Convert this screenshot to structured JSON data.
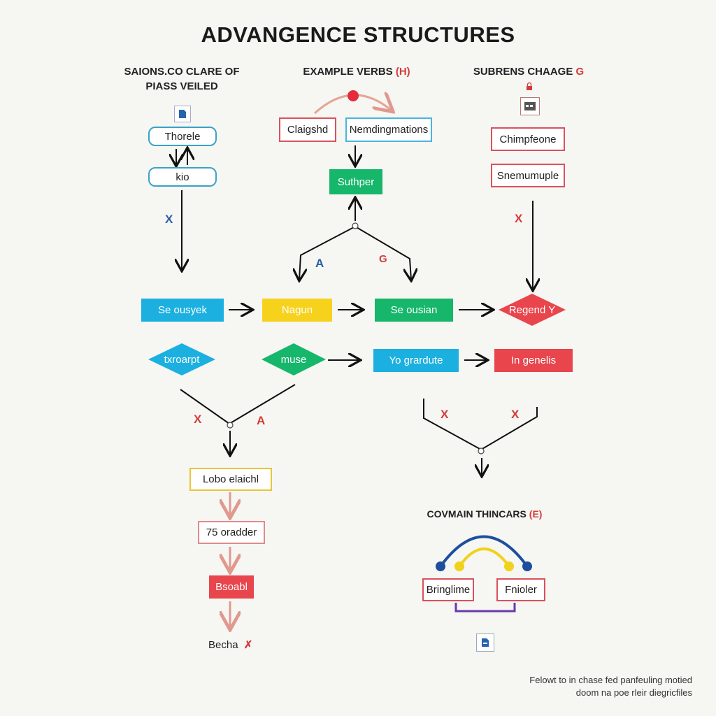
{
  "title": "ADVANGENCE STRUCTURES",
  "left": {
    "header": [
      "SAIONS.CO CLARE OF",
      "PIASS VEILED"
    ],
    "box1": "Thorele",
    "box2": "kio",
    "mark": "X",
    "flow_start": "Se ousyek",
    "diamond": "txroarpt",
    "mark_x": "X",
    "mark_a": "A",
    "chain": [
      "Lobo elaichl",
      "75 oradder",
      "Bsoabl"
    ],
    "end": "Becha",
    "end_icon": "✗"
  },
  "middle": {
    "header": "EXAMPLE VERBS",
    "header_suffix": "(H)",
    "box_a": "Claigshd",
    "box_b": "Nemdingmations",
    "center": "Suthper",
    "mark_a": "A",
    "mark_b": "G",
    "flow_nagun": "Nagun",
    "flow_seousian": "Se ousian",
    "diamond": "muse",
    "flow_grardute": "Yo grardute"
  },
  "right": {
    "header": "SUBRENS CHAAGE",
    "header_suffix": "G",
    "box1": "Chimpfeone",
    "box2": "Snemumuple",
    "mark": "X",
    "diamond": "Regend Y",
    "flow_genelis": "In genelis",
    "mark_x1": "X",
    "mark_x2": "X"
  },
  "bottom_right": {
    "header": "COVMAIN THINCARS",
    "header_suffix": "(E)",
    "box_left": "Bringlime",
    "box_right": "Fnioler"
  },
  "footnote": [
    "Felowt to in chase fed panfeuling motied",
    "doom na poe rleir diegricfiles"
  ],
  "colors": {
    "cyan": "#1bb0e0",
    "yellow": "#f7d21d",
    "green": "#16b66b",
    "red": "#e8454d",
    "blue": "#2a5fa8"
  }
}
